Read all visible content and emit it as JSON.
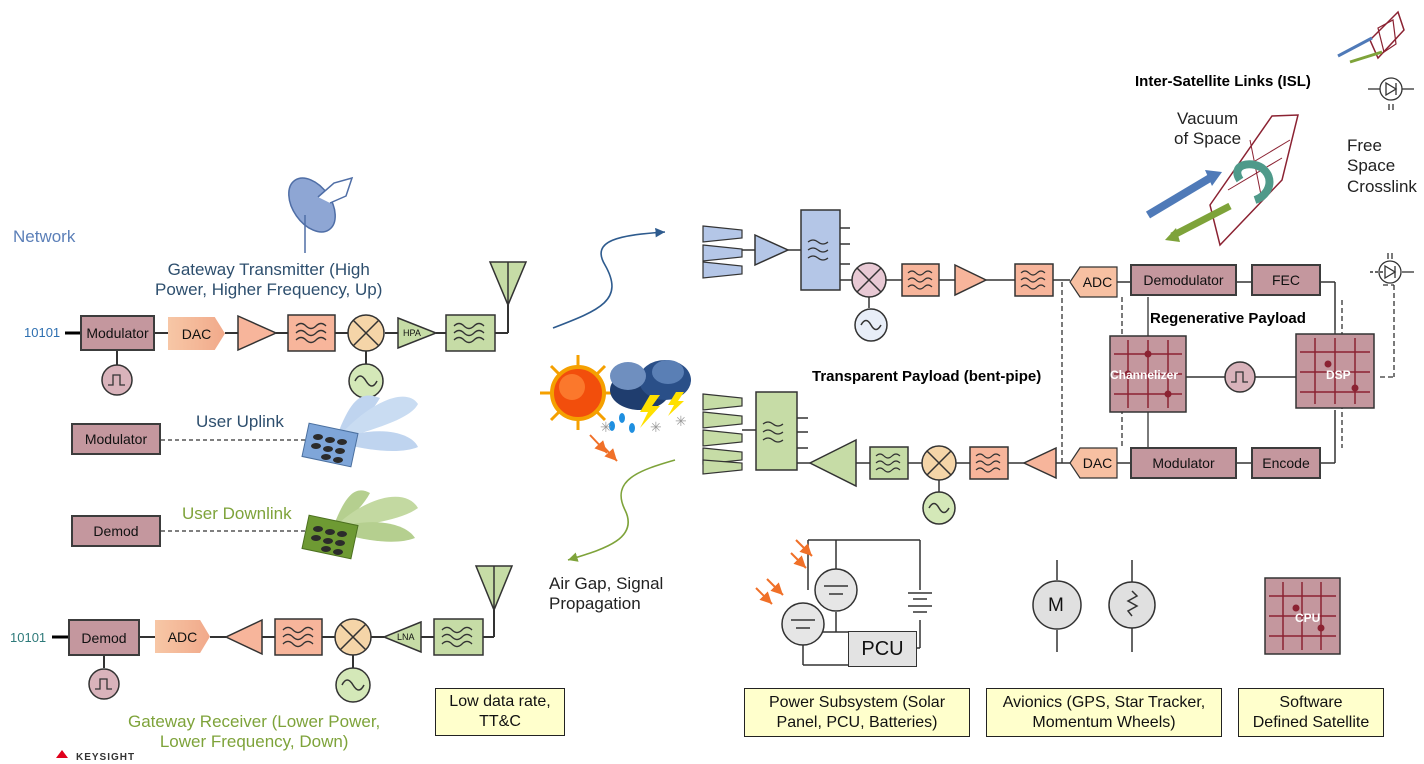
{
  "labels": {
    "network": "Network",
    "gw_tx": [
      "Gateway Transmitter (High",
      "Power, Higher Frequency, Up)"
    ],
    "user_uplink": "User Uplink",
    "user_downlink": "User Downlink",
    "gw_rx": [
      "Gateway Receiver (Lower Power,",
      "Lower Frequency, Down)"
    ],
    "bits_tx": "10101",
    "bits_rx": "10101",
    "air_gap": [
      "Air Gap, Signal",
      "Propagation"
    ],
    "isl": "Inter-Satellite Links (ISL)",
    "vacuum": [
      "Vacuum",
      "of Space"
    ],
    "free_space": [
      "Free",
      "Space",
      "Crosslink"
    ],
    "transparent": "Transparent Payload (bent-pipe)",
    "regenerative": "Regenerative Payload",
    "logo_fragment": "KEYSIGHT"
  },
  "blocks": {
    "tx_modulator": "Modulator",
    "tx_dac": "DAC",
    "tx_hpa": "HPA",
    "uplink_modulator": "Modulator",
    "downlink_demod": "Demod",
    "rx_demod": "Demod",
    "rx_adc": "ADC",
    "rx_lna": "LNA",
    "sat_adc": "ADC",
    "sat_demodulator": "Demodulator",
    "sat_fec": "FEC",
    "sat_dac": "DAC",
    "sat_modulator": "Modulator",
    "sat_encode": "Encode",
    "channelizer": "Channelizer",
    "dsp": "DSP",
    "cpu": "CPU",
    "pcu": "PCU",
    "motor": "M"
  },
  "notes": {
    "low_rate": [
      "Low data rate,",
      "TT&C"
    ],
    "power": [
      "Power Subsystem (Solar",
      "Panel, PCU, Batteries)"
    ],
    "avionics": [
      "Avionics (GPS, Star Tracker,",
      "Momentum Wheels)"
    ],
    "sds": [
      "Software",
      "Defined Satellite"
    ]
  },
  "colors": {
    "mauve": "#c4979e",
    "salmon": "#f7b59b",
    "filter_green": "#c6dca6",
    "blue_block": "#b4c6e7",
    "mixer_pink": "#e8c9d4",
    "osc_green": "#d4e8b8",
    "text_blue": "#2e4f6e",
    "text_green": "#7ea33a",
    "network_blue": "#5b7fb8",
    "arrow_orange": "#f07028",
    "isl_red": "#8b2232",
    "note_yellow": "#ffffcc"
  }
}
